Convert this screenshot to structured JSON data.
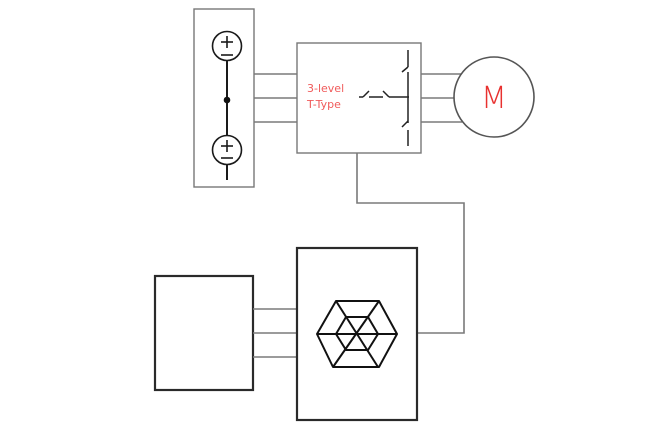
{
  "diagram": {
    "inverter": {
      "label_line1": "3-level",
      "label_line2": "T-Type"
    },
    "motor": {
      "label": "M"
    },
    "colors": {
      "label_red": "#f05a5a",
      "motor_red": "#e8312f",
      "line_gray": "#7a7a7a",
      "line_dark": "#1a1a1a"
    },
    "components": [
      "dc-source-battery-stack",
      "three-level-t-type-inverter",
      "motor",
      "controller-with-hexagon-icon",
      "external-unit"
    ]
  }
}
